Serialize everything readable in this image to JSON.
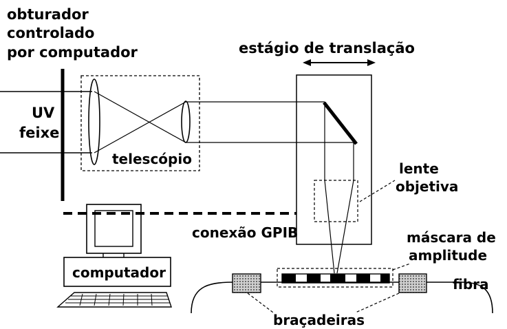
{
  "labels": {
    "shutter_line1": "obturador",
    "shutter_line2": "controlado",
    "shutter_line3": "por computador",
    "stage": "estágio de translação",
    "uv_line1": "UV",
    "uv_line2": "feixe",
    "telescope": "telescópio",
    "lens_line1": "lente",
    "lens_line2": "objetiva",
    "gpib": "conexão GPIB",
    "mask_line1": "máscara de",
    "mask_line2": "amplitude",
    "computer": "computador",
    "fiber": "fibra",
    "clamps": "braçadeiras"
  }
}
